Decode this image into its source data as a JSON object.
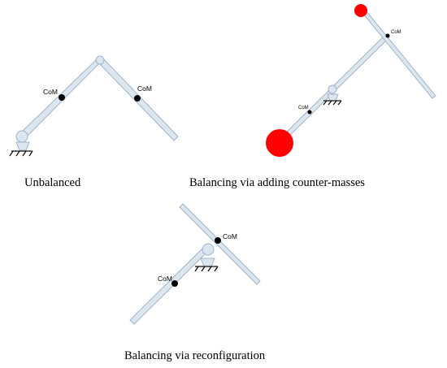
{
  "diagrams": [
    {
      "caption": "Unbalanced",
      "com_labels": [
        "CoM",
        "CoM"
      ]
    },
    {
      "caption": "Balancing via adding counter-masses",
      "com_labels": [
        "CoM",
        "CoM"
      ]
    },
    {
      "caption": "Balancing via reconfiguration",
      "com_labels": [
        "CoM",
        "CoM"
      ]
    }
  ],
  "colors": {
    "link_fill": "#dce6f1",
    "link_stroke": "#9fb3c8",
    "com_dot": "#000000",
    "counter_mass": "#ff0000"
  }
}
